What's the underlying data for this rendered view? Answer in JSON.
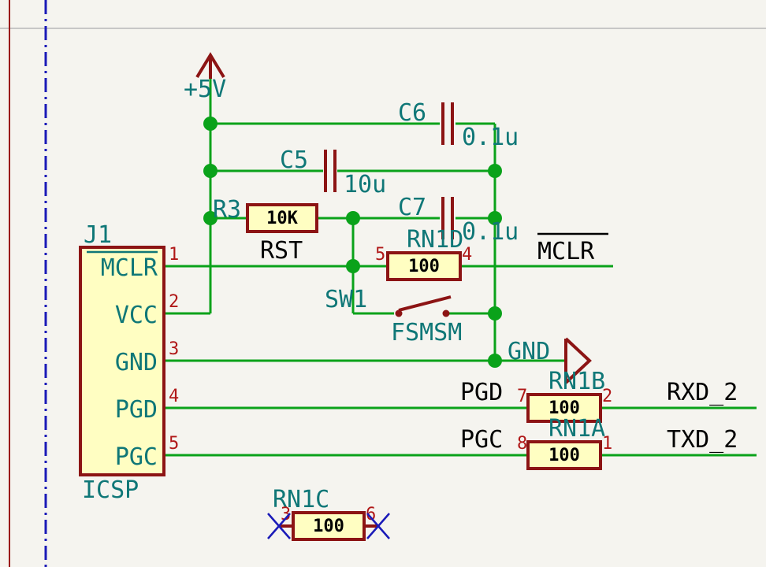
{
  "connector": {
    "ref": "J1",
    "value": "ICSP",
    "pins": [
      {
        "number": "1",
        "name": "MCLR"
      },
      {
        "number": "2",
        "name": "VCC"
      },
      {
        "number": "3",
        "name": "GND"
      },
      {
        "number": "4",
        "name": "PGD"
      },
      {
        "number": "5",
        "name": "PGC"
      }
    ]
  },
  "power": {
    "supply": "+5V",
    "ground": "GND"
  },
  "components": {
    "c6": {
      "ref": "C6",
      "value": "0.1u"
    },
    "c5": {
      "ref": "C5",
      "value": "10u"
    },
    "c7": {
      "ref": "C7",
      "value": "0.1u"
    },
    "r3": {
      "ref": "R3",
      "value": "10K",
      "net": "RST"
    },
    "rn1d": {
      "ref": "RN1D",
      "value": "100",
      "pin_a": "5",
      "pin_b": "4"
    },
    "sw1": {
      "ref": "SW1",
      "value": "FSMSM"
    },
    "rn1b": {
      "ref": "RN1B",
      "value": "100",
      "pin_a": "7",
      "pin_b": "2"
    },
    "rn1a": {
      "ref": "RN1A",
      "value": "100",
      "pin_a": "8",
      "pin_b": "1"
    },
    "rn1c": {
      "ref": "RN1C",
      "value": "100",
      "pin_a": "3",
      "pin_b": "6"
    }
  },
  "net_labels": {
    "mclr": "MCLR",
    "pgd": "PGD",
    "pgc": "PGC",
    "rxd": "RXD_2",
    "txd": "TXD_2"
  },
  "colors": {
    "wire": "#0aa21a",
    "symbol": "#8c1414",
    "reference": "#0f7777",
    "pin_number": "#b01818",
    "frame": "#1a1ab8",
    "background": "#f5f4ef"
  }
}
